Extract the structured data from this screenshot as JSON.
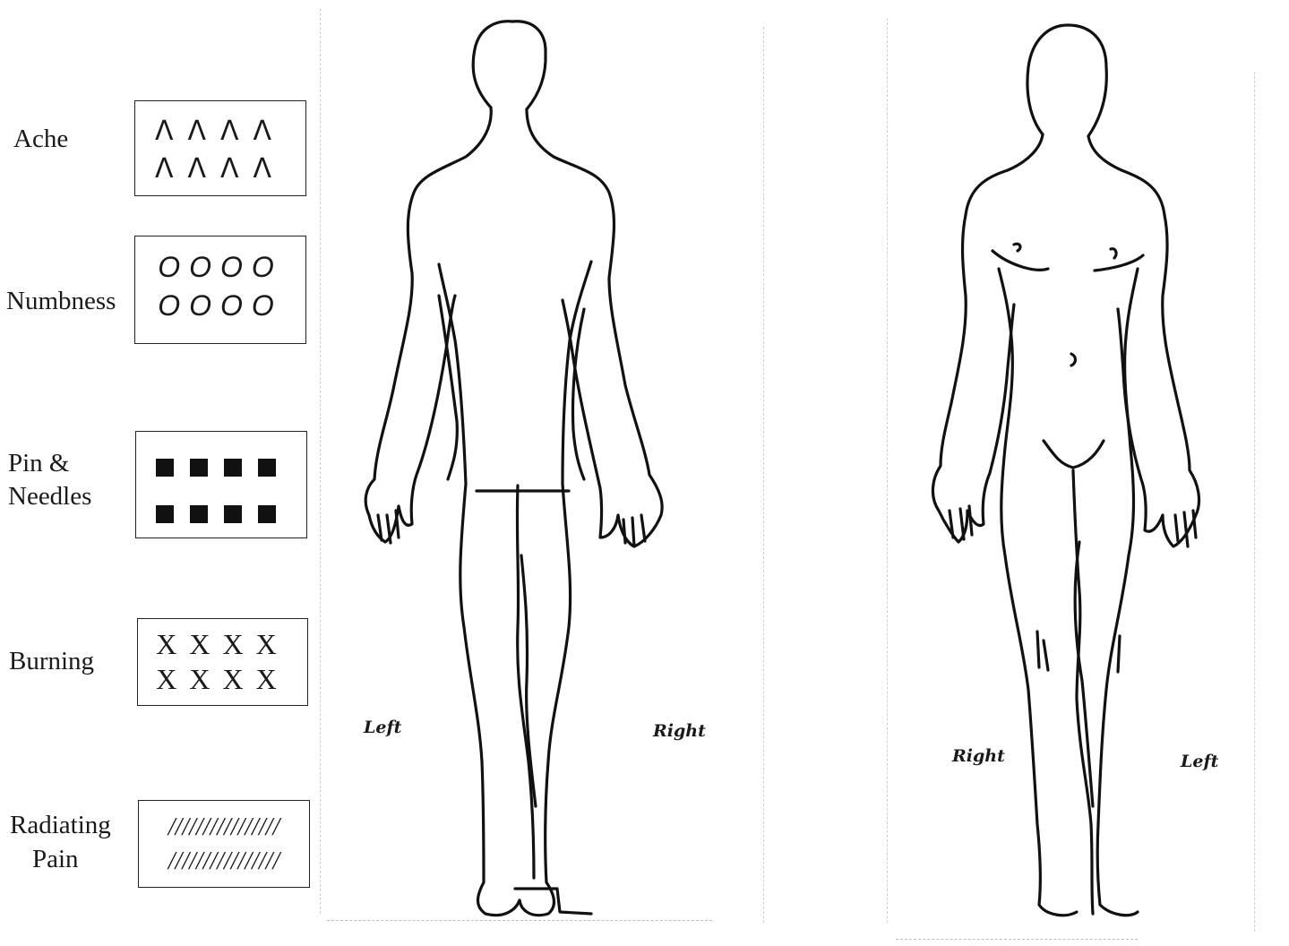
{
  "legend": [
    {
      "key": "ache",
      "label": "Ache",
      "row1": "ΛΛΛΛ",
      "row2": "ΛΛΛΛ"
    },
    {
      "key": "numbness",
      "label": "Numbness",
      "row1": "OOOO",
      "row2": "OOOO"
    },
    {
      "key": "pins",
      "label_line1": "Pin &",
      "label_line2": "Needles"
    },
    {
      "key": "burning",
      "label": "Burning",
      "row1": "XXXX",
      "row2": "XXXX"
    },
    {
      "key": "radiating",
      "label_line1": "Radiating",
      "label_line2": "Pain",
      "row1": "////////////////",
      "row2": "////////////////"
    }
  ],
  "back_view": {
    "left_label": "Left",
    "right_label": "Right"
  },
  "front_view": {
    "left_label": "Right",
    "right_label": "Left"
  },
  "colors": {
    "ink": "#1a1a1a",
    "dashes": "#cfcfcf"
  }
}
